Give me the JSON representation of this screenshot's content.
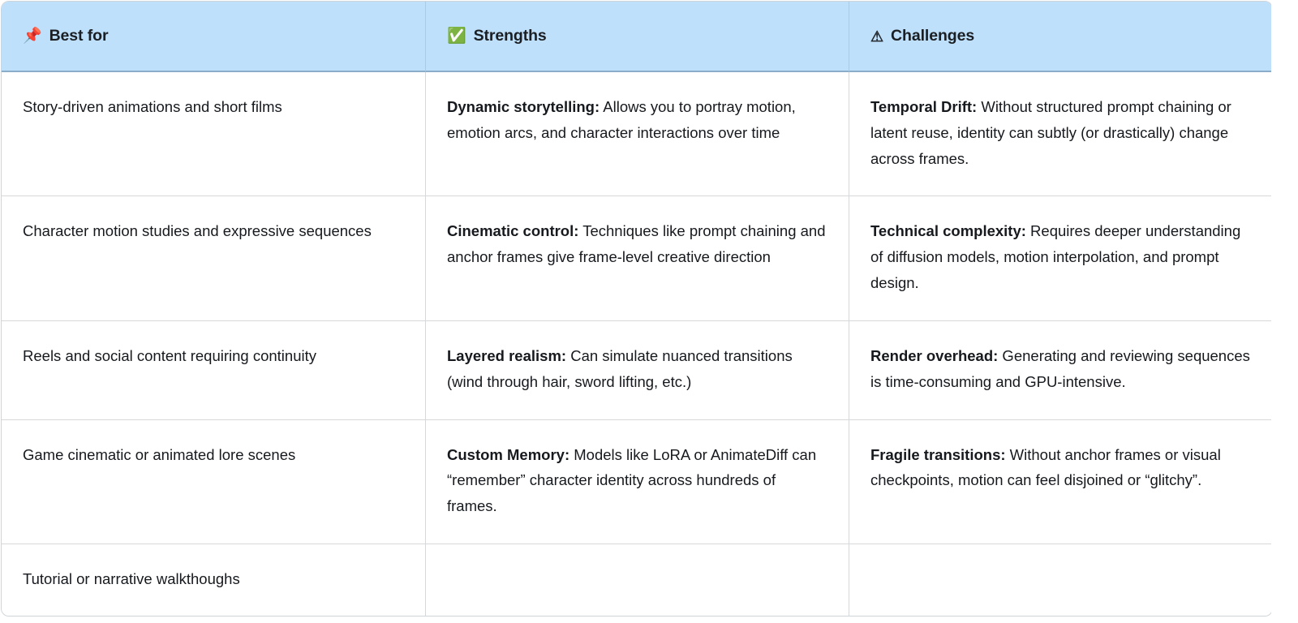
{
  "table": {
    "columns": [
      {
        "key": "best_for",
        "icon": "pushpin-icon",
        "icon_glyph": "📌",
        "label": "Best for"
      },
      {
        "key": "strengths",
        "icon": "check-mark-button-icon",
        "icon_glyph": "✅",
        "label": "Strengths"
      },
      {
        "key": "challenges",
        "icon": "warning-triangle-icon",
        "icon_glyph": "⚠",
        "label": "Challenges"
      }
    ],
    "header_bg": "#bfe0fb",
    "header_border": "#8badc9",
    "row_border": "#d6d8da",
    "rows": [
      {
        "best_for": "Story-driven animations and short films",
        "strengths_lead": "Dynamic storytelling:",
        "strengths_body": " Allows you to portray motion, emotion arcs, and character interactions over time",
        "challenges_lead": "Temporal Drift:",
        "challenges_body": " Without structured prompt chaining or latent reuse, identity can subtly (or drastically) change across frames."
      },
      {
        "best_for": "Character motion studies and expressive sequences",
        "strengths_lead": "Cinematic control:",
        "strengths_body": " Techniques like prompt chaining and anchor frames give frame-level creative direction",
        "challenges_lead": "Technical complexity:",
        "challenges_body": " Requires deeper understanding of diffusion models, motion interpolation, and prompt design."
      },
      {
        "best_for": "Reels and social content requiring continuity",
        "strengths_lead": "Layered realism:",
        "strengths_body": " Can simulate nuanced transitions (wind through hair, sword lifting, etc.)",
        "challenges_lead": "Render overhead:",
        "challenges_body": " Generating and reviewing sequences is time-consuming and GPU-intensive."
      },
      {
        "best_for": "Game cinematic or animated lore scenes",
        "strengths_lead": "Custom Memory:",
        "strengths_body": " Models like LoRA or AnimateDiff can “remember” character identity across hundreds of frames.",
        "challenges_lead": "Fragile transitions:",
        "challenges_body": " Without anchor frames or visual checkpoints, motion can feel disjoined or “glitchy”."
      },
      {
        "best_for": "Tutorial or narrative walkthoughs",
        "strengths_lead": "",
        "strengths_body": "",
        "challenges_lead": "",
        "challenges_body": ""
      }
    ]
  }
}
